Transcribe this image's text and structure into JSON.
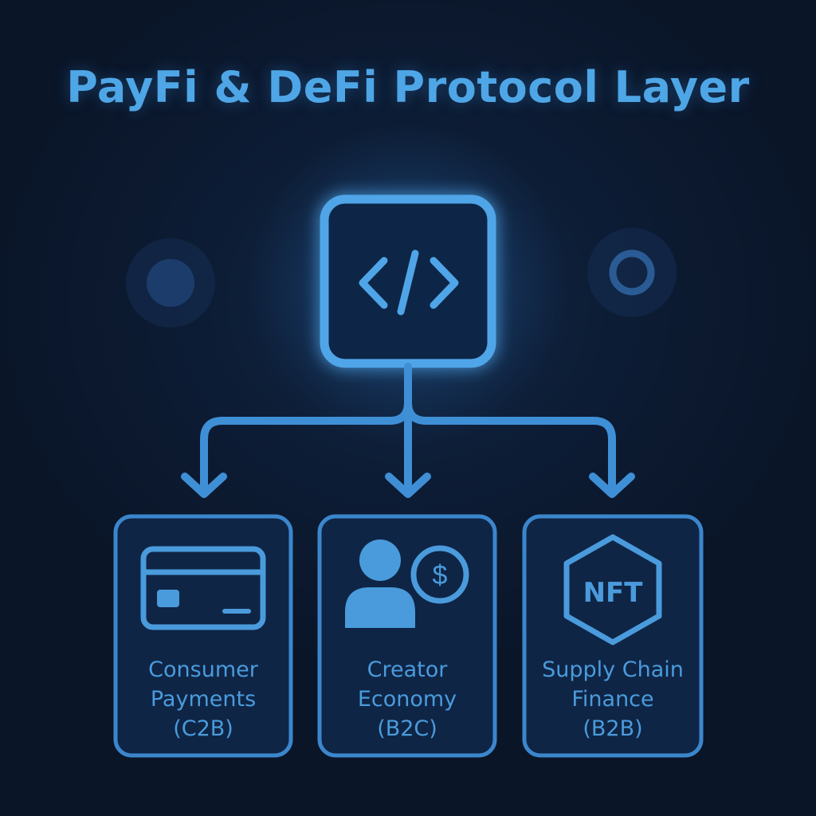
{
  "title": "PayFi & DeFi Protocol Layer",
  "colors": {
    "accent": "#4a9bdc",
    "accent_bright": "#5fb0ef",
    "card_fill": "#0f2546",
    "background": "#0a1528"
  },
  "hub": {
    "icon": "code-brackets-icon"
  },
  "side_nodes": {
    "left_icon": "filled-dot-icon",
    "right_icon": "ring-icon"
  },
  "cards": [
    {
      "icon": "credit-card-icon",
      "lines": [
        "Consumer",
        "Payments",
        "(C2B)"
      ]
    },
    {
      "icon": "user-dollar-icon",
      "symbol": "$",
      "lines": [
        "Creator",
        "Economy",
        "(B2C)"
      ]
    },
    {
      "icon": "nft-hexagon-icon",
      "symbol": "NFT",
      "lines": [
        "Supply Chain",
        "Finance",
        "(B2B)"
      ]
    }
  ]
}
